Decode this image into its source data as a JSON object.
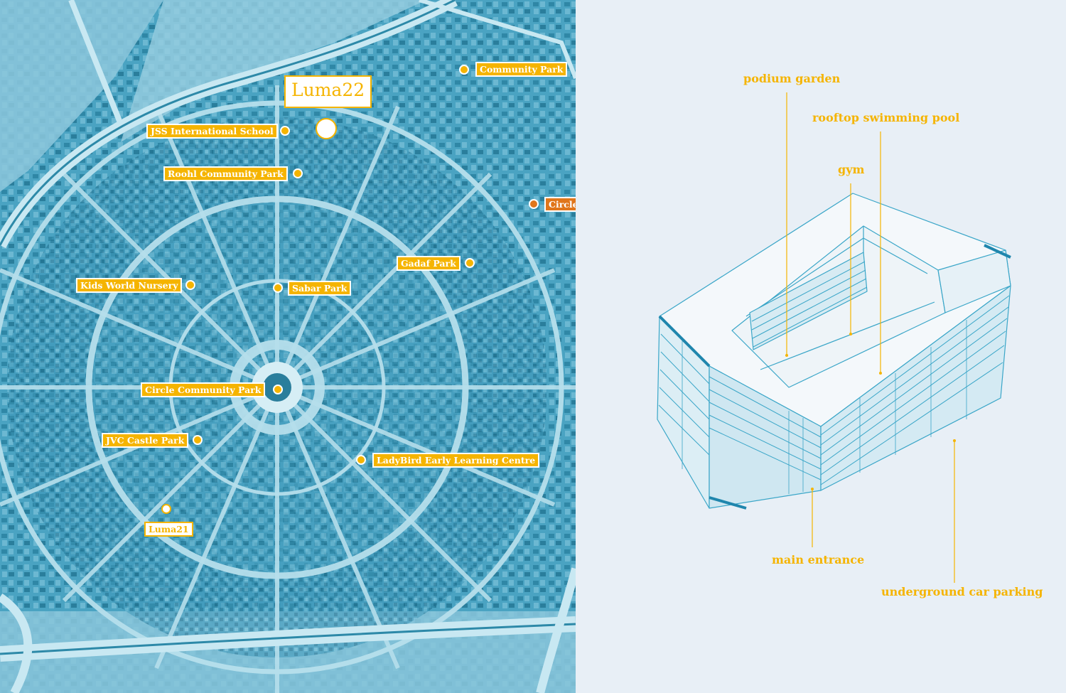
{
  "map": {
    "labels": {
      "luma22": "Luma22",
      "community_park": "Community Park",
      "jss_school": "JSS International School",
      "roohi_park": "Roohl Community Park",
      "circle_mall": "Circle",
      "gadaf_park": "Gadaf Park",
      "kids_world": "Kids World Nursery",
      "sabar_park": "Sabar Park",
      "circle_community_park": "Circle Community  Park",
      "jvc_castle_park": "JVC Castle Park",
      "ladybird": "LadyBird Early Learning Centre",
      "luma21": "Luma21"
    },
    "colors": {
      "pin": "#f5b400",
      "accent_orange": "#e0761b",
      "tint": "#4aa3c2"
    }
  },
  "diagram": {
    "labels": {
      "podium_garden": "podium garden",
      "rooftop_pool": "rooftop swimming pool",
      "gym": "gym",
      "main_entrance": "main entrance",
      "underground_parking": "underground car parking"
    },
    "colors": {
      "label": "#f5b400",
      "line": "#3aa6c8"
    }
  }
}
